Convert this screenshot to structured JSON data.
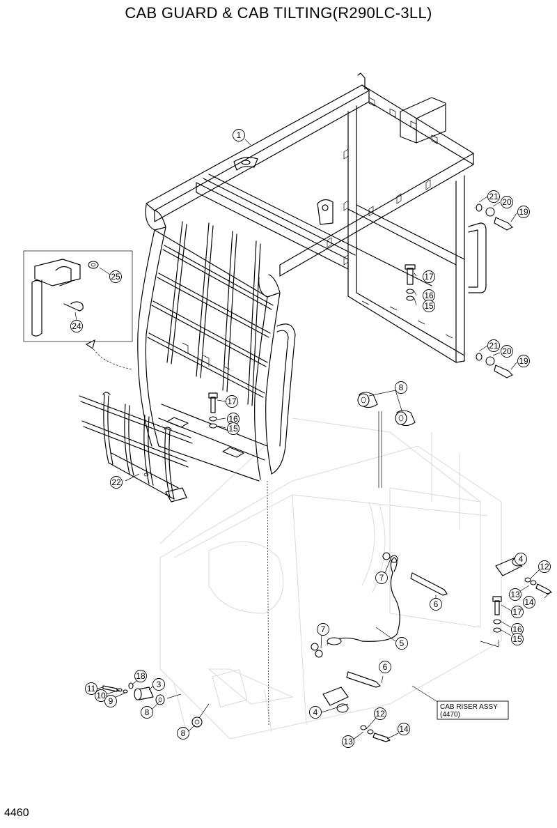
{
  "title": "CAB GUARD & CAB TILTING(R290LC-3LL)",
  "page_number": "4460",
  "reference_box": {
    "line1": "CAB RISER ASSY",
    "line2": "(4470)"
  },
  "callouts": [
    "1",
    "25",
    "24",
    "21",
    "20",
    "19",
    "17",
    "16",
    "15",
    "17",
    "16",
    "15",
    "21",
    "20",
    "19",
    "22",
    "8",
    "4",
    "12",
    "7",
    "13",
    "14",
    "6",
    "17",
    "16",
    "15",
    "7",
    "5",
    "6",
    "11",
    "18",
    "3",
    "10",
    "9",
    "8",
    "8",
    "4",
    "12",
    "13",
    "14"
  ]
}
